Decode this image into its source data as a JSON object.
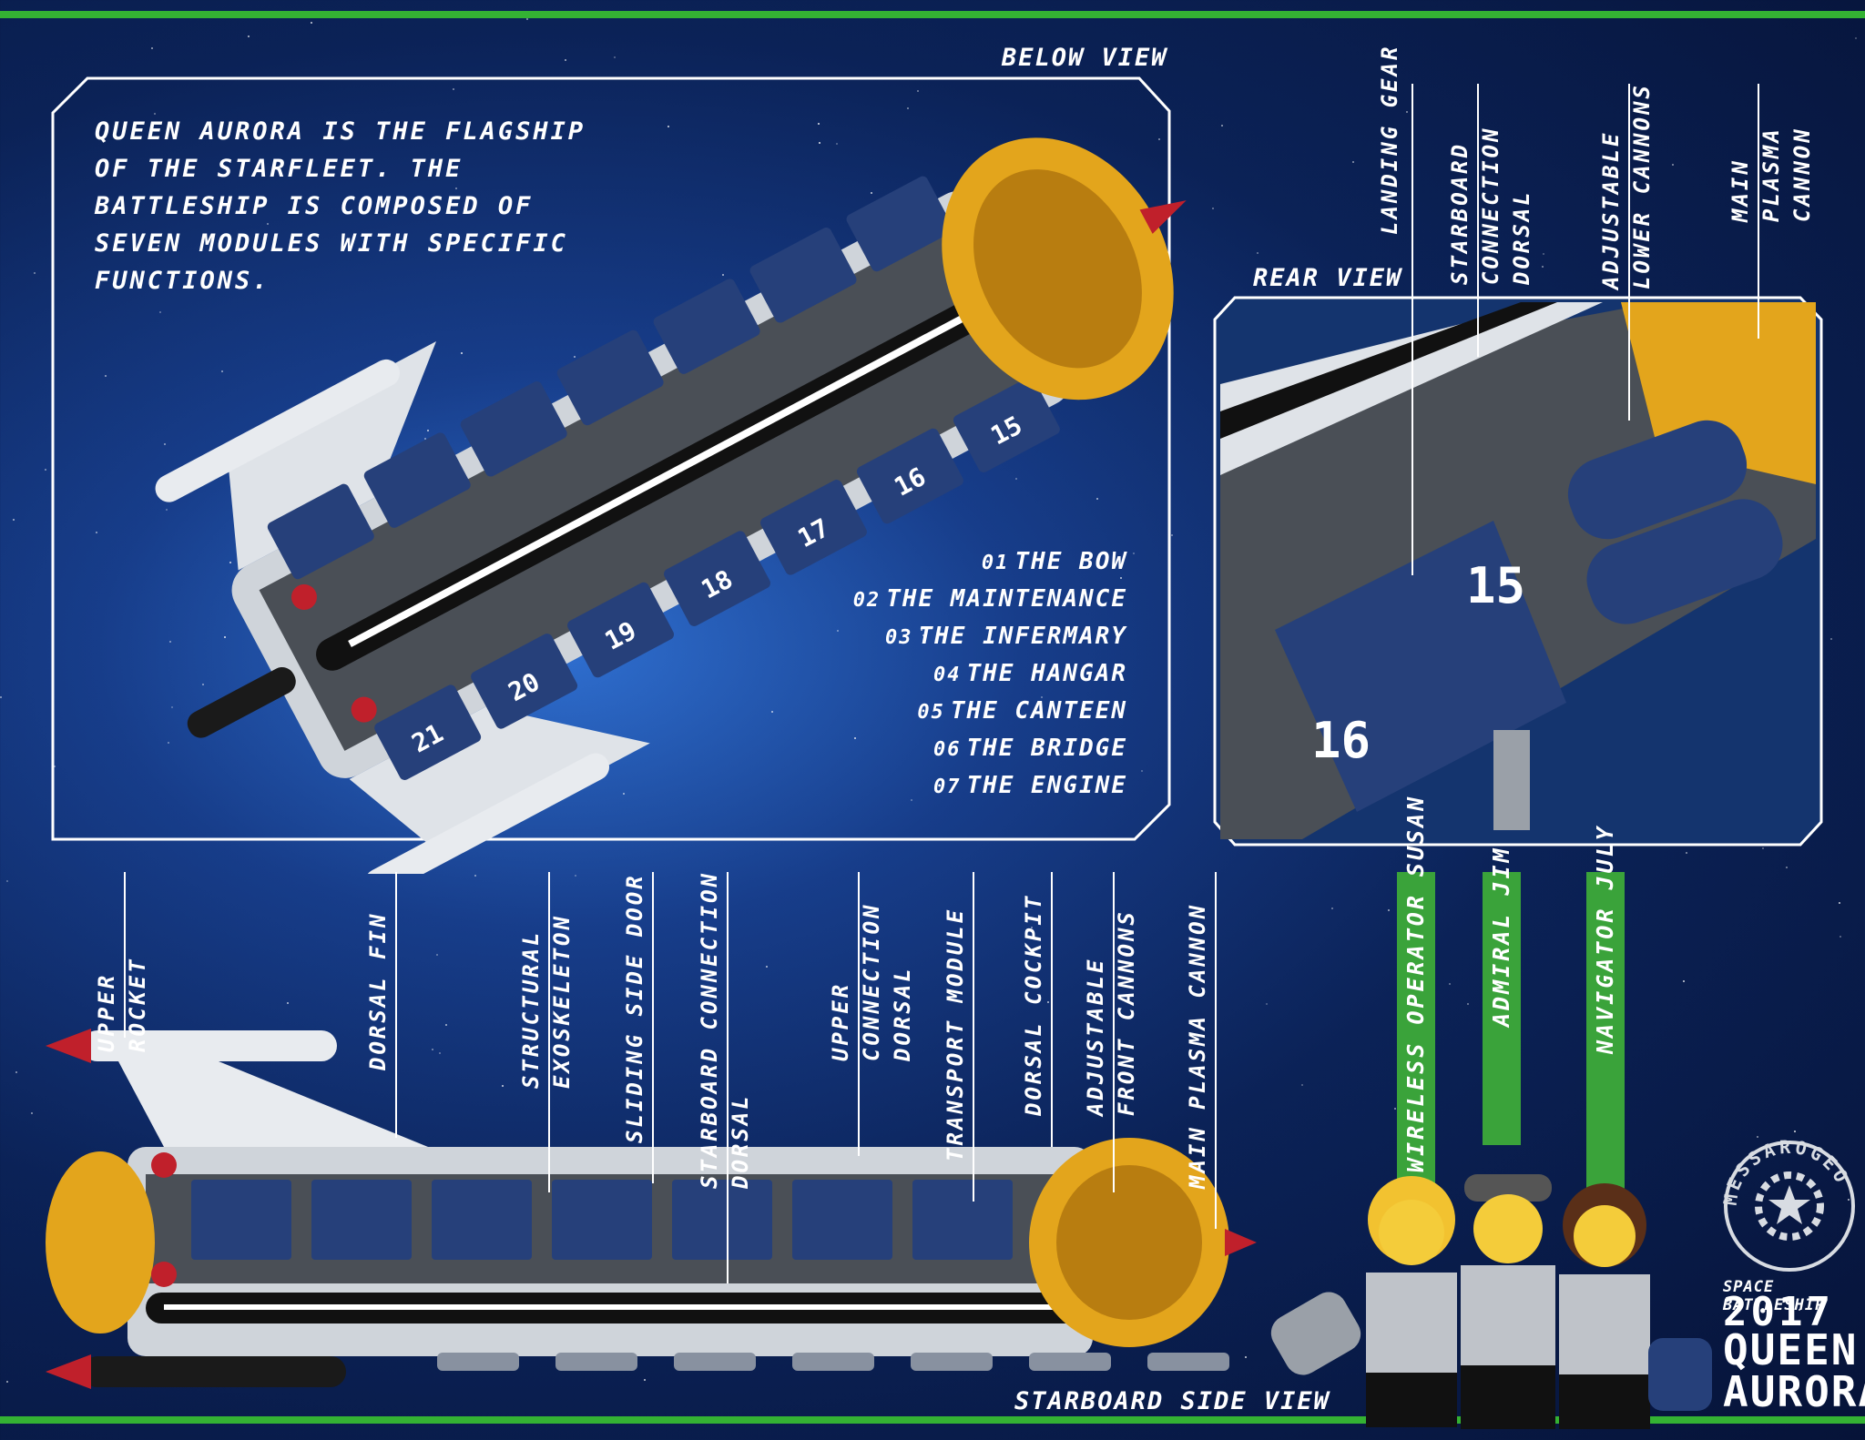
{
  "labels": {
    "below_view": "BELOW VIEW",
    "rear_view": "REAR VIEW",
    "starboard_side_view": "STARBOARD SIDE VIEW"
  },
  "intro": "QUEEN AURORA IS THE FLAGSHIP OF THE STARFLEET. THE BATTLESHIP IS COMPOSED OF SEVEN MODULES WITH SPECIFIC FUNCTIONS.",
  "modules": [
    {
      "num": "01",
      "name": "THE BOW"
    },
    {
      "num": "02",
      "name": "THE MAINTENANCE"
    },
    {
      "num": "03",
      "name": "THE INFERMARY"
    },
    {
      "num": "04",
      "name": "THE HANGAR"
    },
    {
      "num": "05",
      "name": "THE CANTEEN"
    },
    {
      "num": "06",
      "name": "THE BRIDGE"
    },
    {
      "num": "07",
      "name": "THE ENGINE"
    }
  ],
  "rear_callouts": [
    "LANDING GEAR",
    "STARBOARD CONNECTION DORSAL",
    "ADJUSTABLE LOWER CANNONS",
    "MAIN PLASMA CANNON"
  ],
  "side_callouts": [
    "UPPER ROCKET",
    "DORSAL FIN",
    "STRUCTURAL EXOSKELETON",
    "SLIDING SIDE DOOR",
    "STARBOARD CONNECTION DORSAL",
    "UPPER CONNECTION DORSAL",
    "TRANSPORT MODULE",
    "DORSAL COCKPIT",
    "ADJUSTABLE FRONT CANNONS",
    "MAIN PLASMA CANNON"
  ],
  "crew": [
    "WIRELESS OPERATOR SUSAN",
    "ADMIRAL JIM",
    "NAVIGATOR JULY"
  ],
  "module_numbers_below": [
    "21",
    "20",
    "19",
    "18",
    "17",
    "16",
    "15"
  ],
  "module_numbers_rear": [
    "16",
    "15"
  ],
  "logo": {
    "ring_text": "MESSAROGEO",
    "subtitle": "SPACE BATTLESHIP",
    "year": "2017",
    "name_line1": "QUEEN",
    "name_line2": "AURORA"
  },
  "colors": {
    "green": "#34b233",
    "gold": "#e3a51c",
    "navy": "#26407a",
    "hull": "#dfe3e8",
    "red": "#c0202b"
  }
}
